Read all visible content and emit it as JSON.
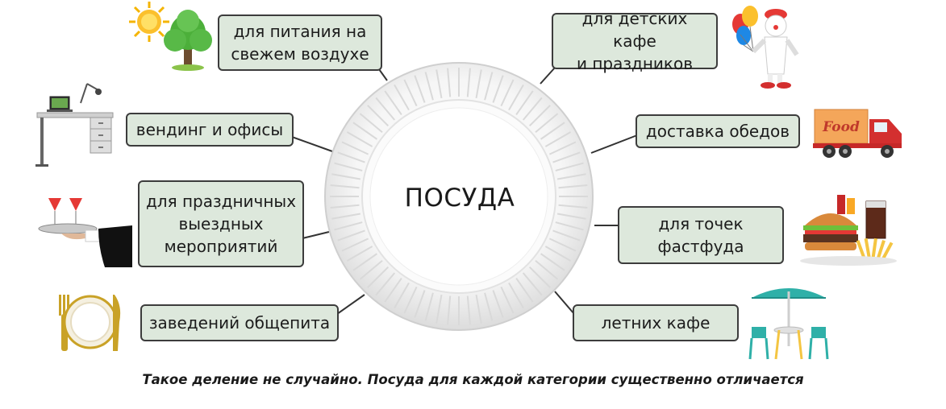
{
  "center_label": "ПОСУДА",
  "categories": {
    "outdoor": "для питания на\nсвежем воздухе",
    "vending": "вендинг и офисы",
    "events": "для праздничных\nвыездных\nмероприятий",
    "catering": "заведений общепита",
    "kids": "для детских кафе\nи праздников",
    "delivery": "доставка обедов",
    "fastfood": "для точек\nфастфуда",
    "summer": "летних кафе"
  },
  "truck_text": "Food",
  "footer": "Такое деление не случайно. Посуда для каждой категории существенно отличается"
}
